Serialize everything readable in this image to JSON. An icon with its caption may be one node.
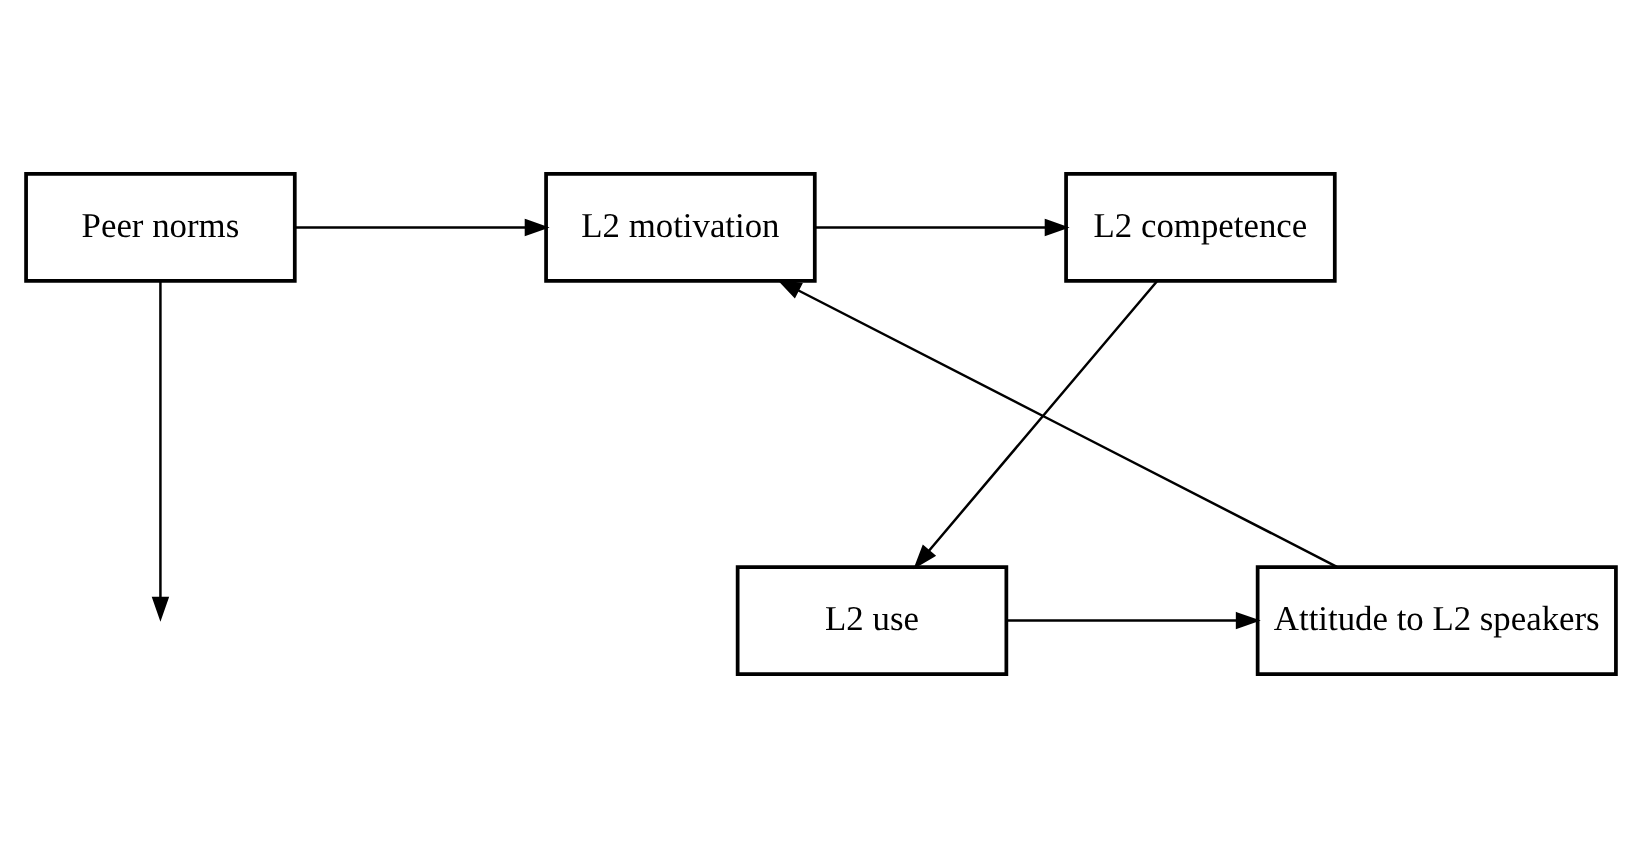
{
  "diagram": {
    "nodes": [
      {
        "text": [
          "Peer norms"
        ]
      },
      {
        "text": [
          "L2 motivation"
        ]
      },
      {
        "text": [
          "L2 competence"
        ]
      },
      {
        "text": [
          "L2 use"
        ]
      },
      {
        "text": [
          "Attitude to L2 speakers"
        ]
      }
    ],
    "edges": [
      {
        "from": 0,
        "to": 1,
        "arrow": "to"
      },
      {
        "from": 1,
        "to": 2,
        "arrow": "to"
      },
      {
        "from": 2,
        "to": 3,
        "arrow": "to"
      },
      {
        "from": 3,
        "to": 4,
        "arrow": "to"
      },
      {
        "from": 4,
        "to": 1,
        "arrow": "to"
      },
      {
        "from": 0,
        "to": null,
        "arrow": "to"
      }
    ]
  }
}
